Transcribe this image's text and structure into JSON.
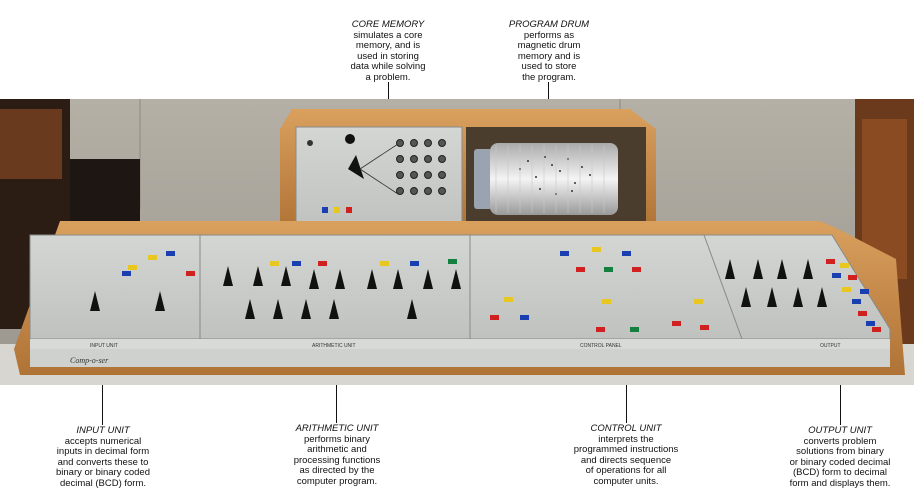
{
  "captions": {
    "core_memory": {
      "title": "CORE MEMORY",
      "lines": [
        "simulates a core",
        "memory, and is",
        "used in storing",
        "data while solving",
        "a problem."
      ]
    },
    "program_drum": {
      "title": "PROGRAM DRUM",
      "lines": [
        "performs as",
        "magnetic drum",
        "memory and is",
        "used to store",
        "the program."
      ]
    },
    "input_unit": {
      "title": "INPUT UNIT",
      "lines": [
        "accepts numerical",
        "inputs in decimal form",
        "and converts these to",
        "binary or binary coded",
        "decimal (BCD) form."
      ]
    },
    "arithmetic_unit": {
      "title": "ARITHMETIC UNIT",
      "lines": [
        "performs binary",
        "arithmetic and",
        "processing functions",
        "as directed by the",
        "computer program."
      ]
    },
    "control_unit": {
      "title": "CONTROL UNIT",
      "lines": [
        "interprets the",
        "programmed instructions",
        "and directs sequence",
        "of operations for all",
        "computer units."
      ]
    },
    "output_unit": {
      "title": "OUTPUT UNIT",
      "lines": [
        "converts problem",
        "solutions from binary",
        "or binary coded decimal",
        "(BCD) form to decimal",
        "form and displays them."
      ]
    }
  },
  "panel_labels": {
    "input": "INPUT UNIT",
    "arithmetic": "ARITHMETIC UNIT",
    "control": "CONTROL PANEL",
    "output": "OUTPUT"
  },
  "brand": "Comp-o-ser",
  "colors": {
    "wood": "#c98a4a",
    "panel": "#c9ccc9",
    "wall": "#a8a49c",
    "lamp_red": "#d02020",
    "lamp_blue": "#1a3fb0",
    "lamp_yellow": "#e8c820",
    "lamp_green": "#138040"
  }
}
